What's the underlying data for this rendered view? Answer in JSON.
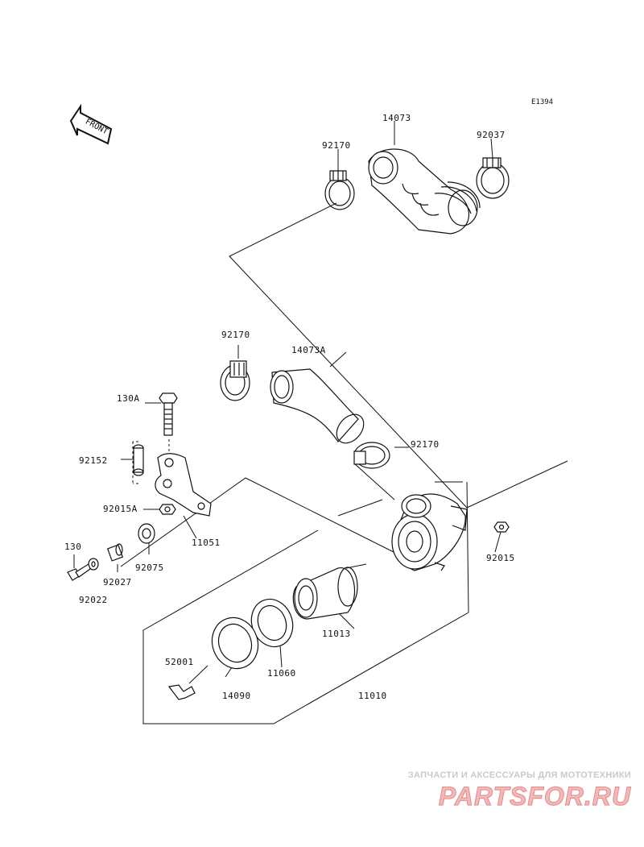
{
  "diagram": {
    "id": "E1394",
    "front_label": "FRONT",
    "parts": [
      {
        "key": "p14073",
        "number": "14073"
      },
      {
        "key": "p92170a",
        "number": "92170"
      },
      {
        "key": "p92037",
        "number": "92037"
      },
      {
        "key": "p92170b",
        "number": "92170"
      },
      {
        "key": "p14073A",
        "number": "14073A"
      },
      {
        "key": "p130A",
        "number": "130A"
      },
      {
        "key": "p92170c",
        "number": "92170"
      },
      {
        "key": "p92152",
        "number": "92152"
      },
      {
        "key": "p92015A",
        "number": "92015A"
      },
      {
        "key": "p11051",
        "number": "11051"
      },
      {
        "key": "p130",
        "number": "130"
      },
      {
        "key": "p92075",
        "number": "92075"
      },
      {
        "key": "p92027",
        "number": "92027"
      },
      {
        "key": "p92022",
        "number": "92022"
      },
      {
        "key": "p92015",
        "number": "92015"
      },
      {
        "key": "p11013",
        "number": "11013"
      },
      {
        "key": "p11060",
        "number": "11060"
      },
      {
        "key": "p52001",
        "number": "52001"
      },
      {
        "key": "p14090",
        "number": "14090"
      },
      {
        "key": "p11010",
        "number": "11010"
      }
    ]
  },
  "watermark": {
    "tagline": "ЗАПЧАСТИ И АКСЕССУАРЫ ДЛЯ МОТОТЕХНИКИ",
    "logo": "PARTSFOR.RU"
  }
}
